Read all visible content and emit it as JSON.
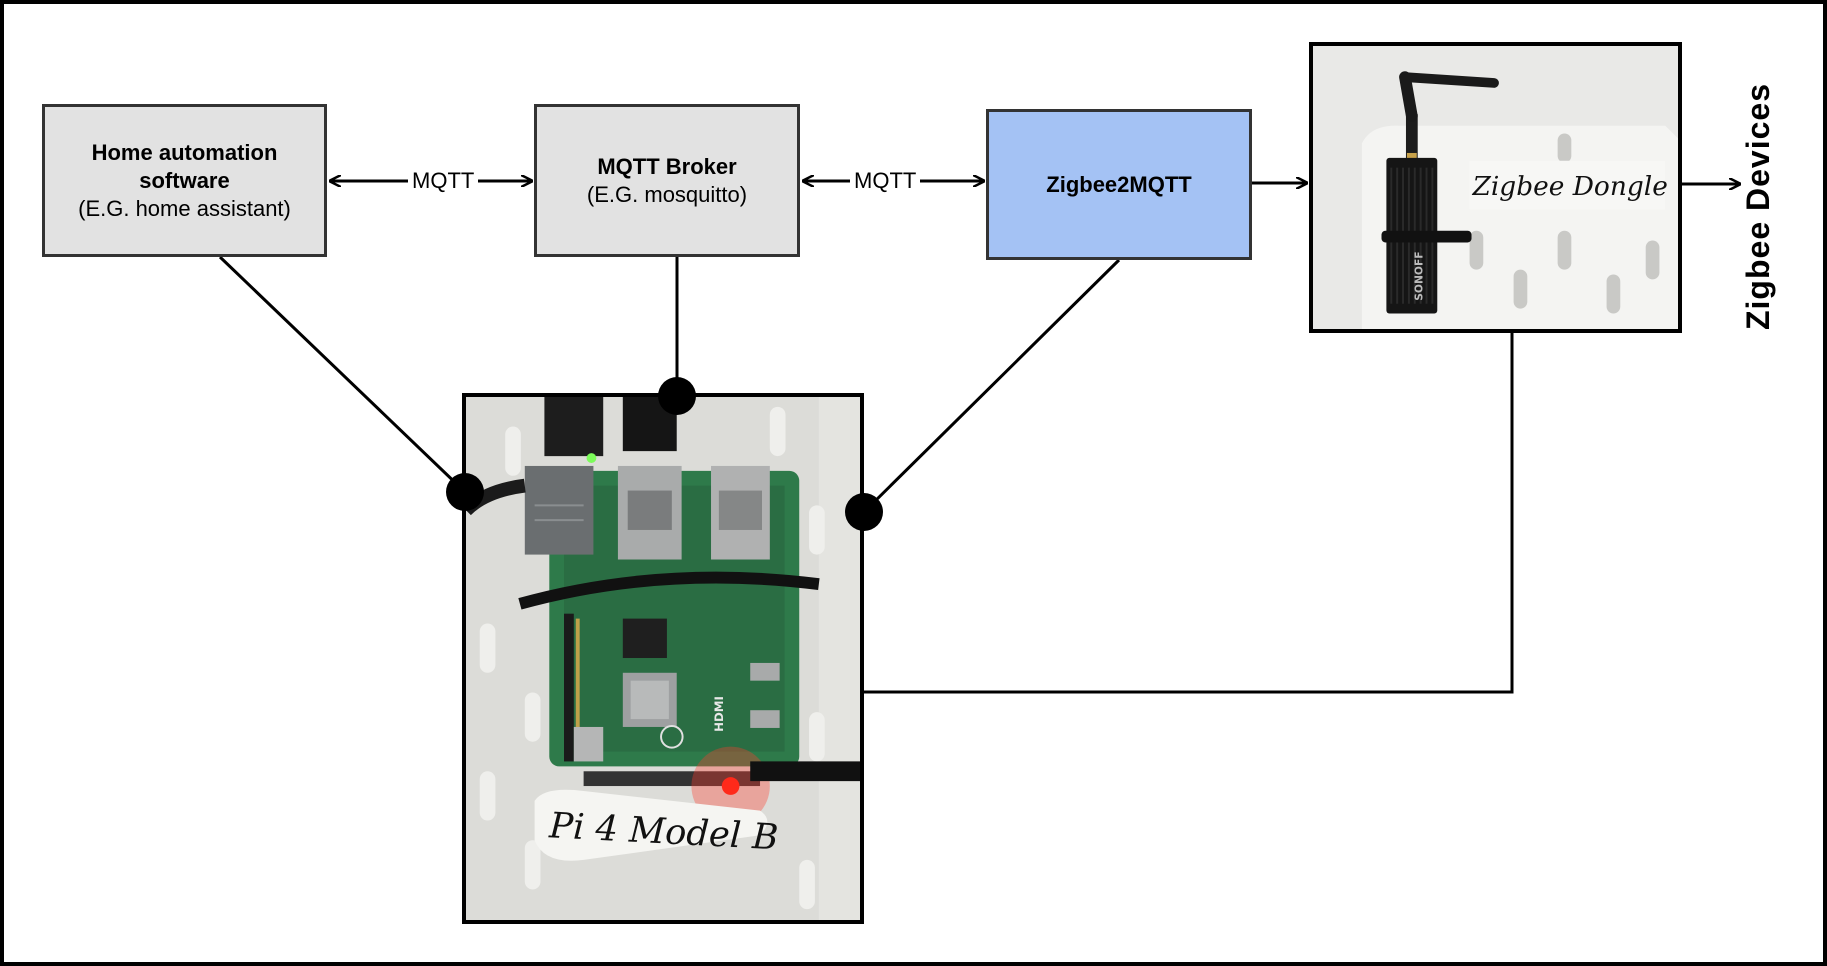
{
  "nodes": {
    "home_automation": {
      "title_line1": "Home automation",
      "title_line2": "software",
      "subtitle": "(E.G. home assistant)"
    },
    "broker": {
      "title": "MQTT Broker",
      "subtitle": "(E.G. mosquitto)"
    },
    "z2m": {
      "title": "Zigbee2MQTT"
    }
  },
  "edge_labels": {
    "mqtt_1": "MQTT",
    "mqtt_2": "MQTT"
  },
  "zigbee_devices": "Zigbee Devices",
  "photos": {
    "dongle": {
      "label": "Zigbee Dongle",
      "brand": "SONOFF"
    },
    "pi": {
      "label": "Pi 4 Model B",
      "port_label": "HDMI"
    }
  },
  "colors": {
    "node_gray": "#e2e2e2",
    "node_blue": "#a4c2f4",
    "line": "#000000"
  }
}
